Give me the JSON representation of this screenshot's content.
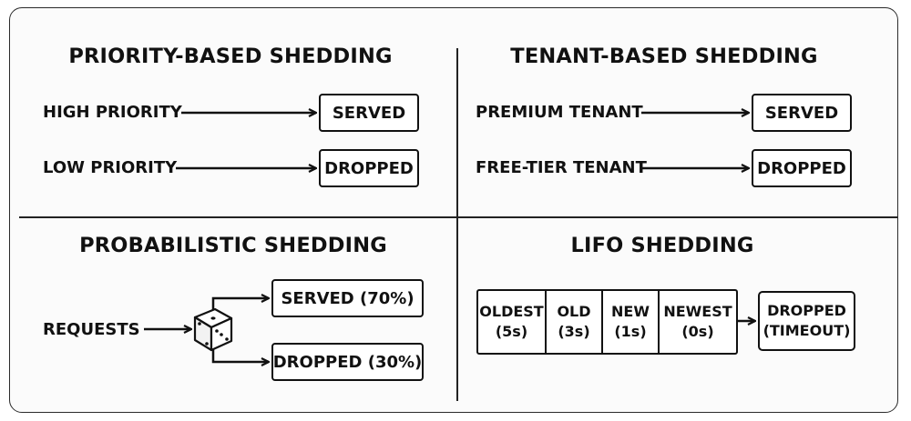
{
  "panels": {
    "priority": {
      "title": "PRIORITY-BASED SHEDDING",
      "rows": [
        {
          "label": "HIGH PRIORITY",
          "result": "SERVED"
        },
        {
          "label": "LOW PRIORITY",
          "result": "DROPPED"
        }
      ]
    },
    "tenant": {
      "title": "TENANT-BASED SHEDDING",
      "rows": [
        {
          "label": "PREMIUM TENANT",
          "result": "SERVED"
        },
        {
          "label": "FREE-TIER TENANT",
          "result": "DROPPED"
        }
      ]
    },
    "probabilistic": {
      "title": "PROBABILISTIC SHEDDING",
      "input": "REQUESTS",
      "icon": "dice-icon",
      "outcomes": [
        {
          "label": "SERVED (70%)"
        },
        {
          "label": "DROPPED (30%)"
        }
      ]
    },
    "lifo": {
      "title": "LIFO SHEDDING",
      "queue": [
        {
          "name": "OLDEST",
          "age": "(5s)"
        },
        {
          "name": "OLD",
          "age": "(3s)"
        },
        {
          "name": "NEW",
          "age": "(1s)"
        },
        {
          "name": "NEWEST",
          "age": "(0s)"
        }
      ],
      "result": {
        "line1": "DROPPED",
        "line2": "(TIMEOUT)"
      }
    }
  }
}
